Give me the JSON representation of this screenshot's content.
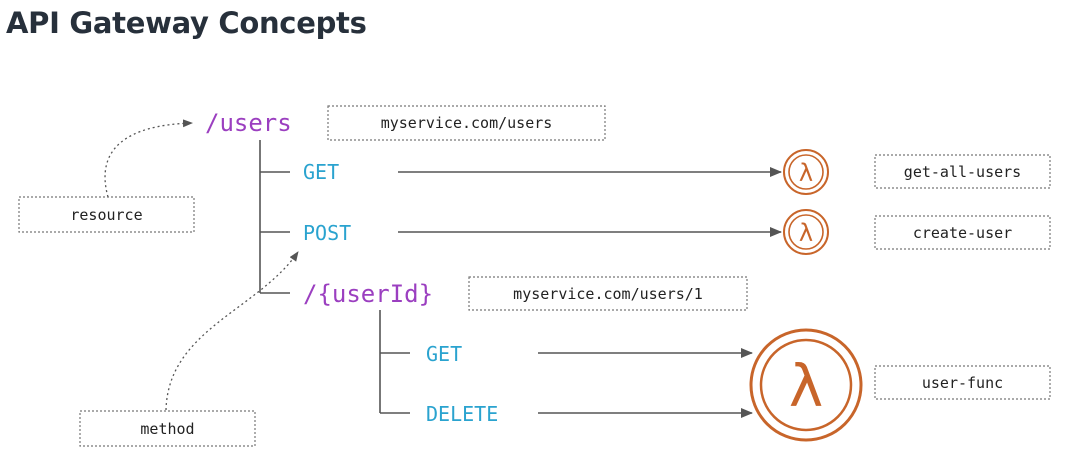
{
  "title": "API Gateway Concepts",
  "colors": {
    "resource": "#9b3fc0",
    "method": "#2aa3cf",
    "line": "#555555",
    "lambda": "#c8652a",
    "box_border": "#777777"
  },
  "resources": {
    "users": {
      "path": "/users",
      "url": "myservice.com/users"
    },
    "user_id": {
      "path": "/{userId}",
      "url": "myservice.com/users/1"
    }
  },
  "methods": {
    "users_get": "GET",
    "users_post": "POST",
    "user_id_get": "GET",
    "user_id_delete": "DELETE"
  },
  "functions": {
    "get_all_users": "get-all-users",
    "create_user": "create-user",
    "user_func": "user-func"
  },
  "annotations": {
    "resource": "resource",
    "method": "method"
  },
  "lambda_symbol": "λ"
}
